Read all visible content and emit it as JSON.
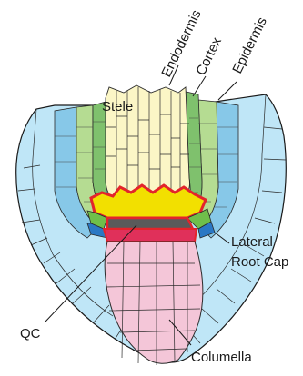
{
  "labels": {
    "endodermis": "Endodermis",
    "cortex": "Cortex",
    "epidermis": "Epidermis",
    "stele": "Stele",
    "lateral_root_cap_line1": "Lateral",
    "lateral_root_cap_line2": "Root Cap",
    "qc": "QC",
    "columella": "Columella"
  },
  "colors": {
    "lateral_root_cap": "#bfe6f7",
    "epidermis": "#87c8e8",
    "cortex": "#b5dc92",
    "endodermis": "#7fc16d",
    "stele": "#fbf6c6",
    "initials": "#f2e000",
    "initials_outline": "#e3242b",
    "qc": "#5a5a5a",
    "stem_band": "#e0305a",
    "columella": "#f4c6d8",
    "blue_initial": "#2b78c4",
    "green_initial": "#6fbf4a"
  }
}
